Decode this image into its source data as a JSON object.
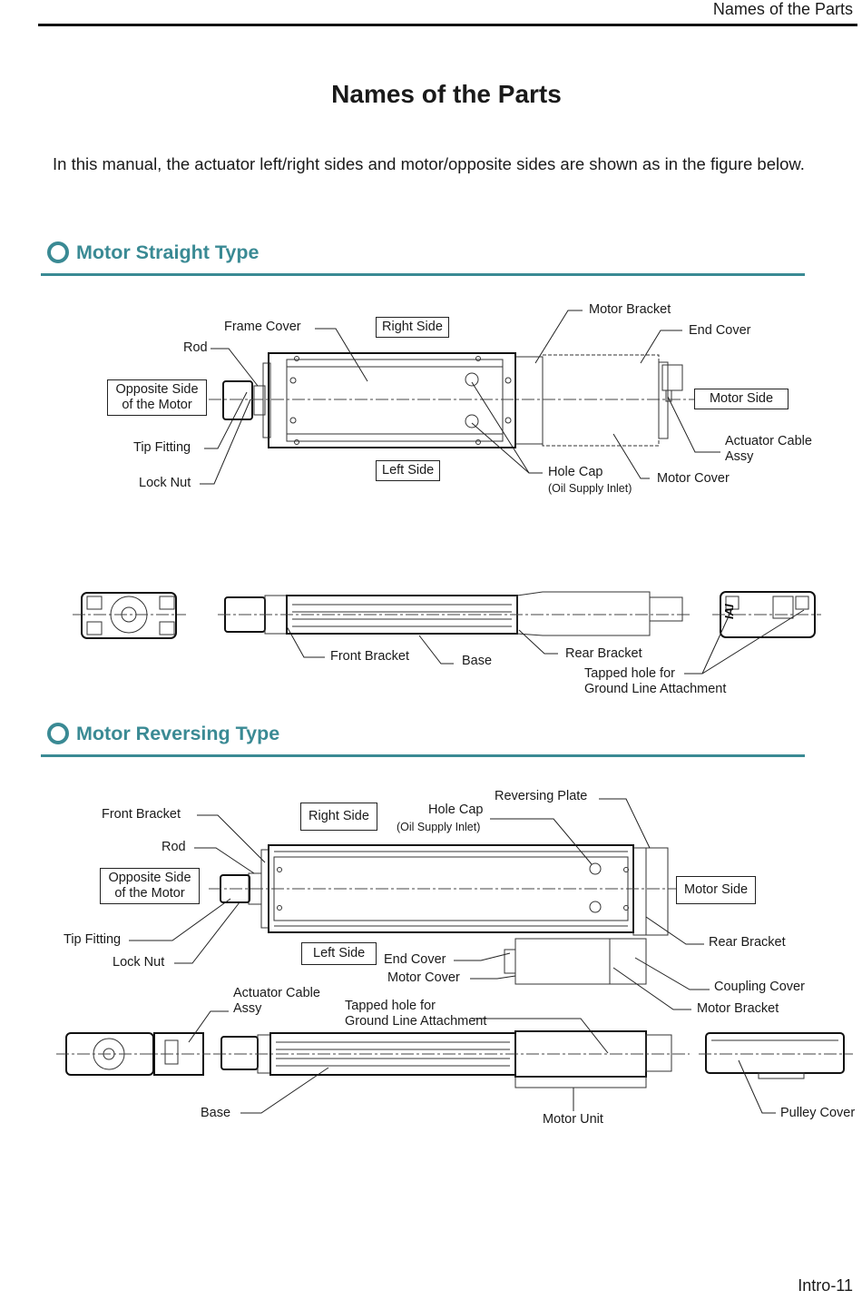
{
  "header": {
    "running_title": "Names of the Parts"
  },
  "title": "Names of the Parts",
  "intro": "In this manual, the actuator left/right sides and motor/opposite sides are shown as in the figure below.",
  "sections": {
    "straight": {
      "heading": "Motor Straight Type",
      "labels": {
        "frame_cover": "Frame Cover",
        "right_side": "Right Side",
        "motor_bracket": "Motor Bracket",
        "end_cover": "End Cover",
        "rod": "Rod",
        "opposite_side_1": "Opposite Side",
        "opposite_side_2": "of the Motor",
        "motor_side": "Motor Side",
        "tip_fitting": "Tip Fitting",
        "actuator_cable_1": "Actuator Cable",
        "actuator_cable_2": "Assy",
        "lock_nut": "Lock Nut",
        "left_side": "Left Side",
        "hole_cap": "Hole Cap",
        "oil_supply": "(Oil Supply Inlet)",
        "motor_cover": "Motor Cover",
        "front_bracket": "Front Bracket",
        "base": "Base",
        "rear_bracket": "Rear Bracket",
        "tapped_hole_1": "Tapped hole for",
        "tapped_hole_2": "Ground Line Attachment",
        "logo_text": "IAI"
      }
    },
    "reversing": {
      "heading": "Motor Reversing Type",
      "labels": {
        "reversing_plate": "Reversing Plate",
        "front_bracket": "Front Bracket",
        "right_side": "Right Side",
        "hole_cap": "Hole Cap",
        "oil_supply": "(Oil Supply Inlet)",
        "rod": "Rod",
        "opposite_side_1": "Opposite Side",
        "opposite_side_2": "of the Motor",
        "motor_side": "Motor Side",
        "tip_fitting": "Tip Fitting",
        "rear_bracket": "Rear Bracket",
        "lock_nut": "Lock Nut",
        "left_side": "Left Side",
        "end_cover": "End Cover",
        "motor_cover": "Motor Cover",
        "coupling_cover": "Coupling Cover",
        "actuator_cable_1": "Actuator Cable",
        "actuator_cable_2": "Assy",
        "tapped_hole_1": "Tapped hole for",
        "tapped_hole_2": "Ground Line Attachment",
        "motor_bracket": "Motor Bracket",
        "base": "Base",
        "motor_unit": "Motor Unit",
        "pulley_cover": "Pulley Cover"
      }
    }
  },
  "footer": {
    "page_number": "Intro-11"
  }
}
